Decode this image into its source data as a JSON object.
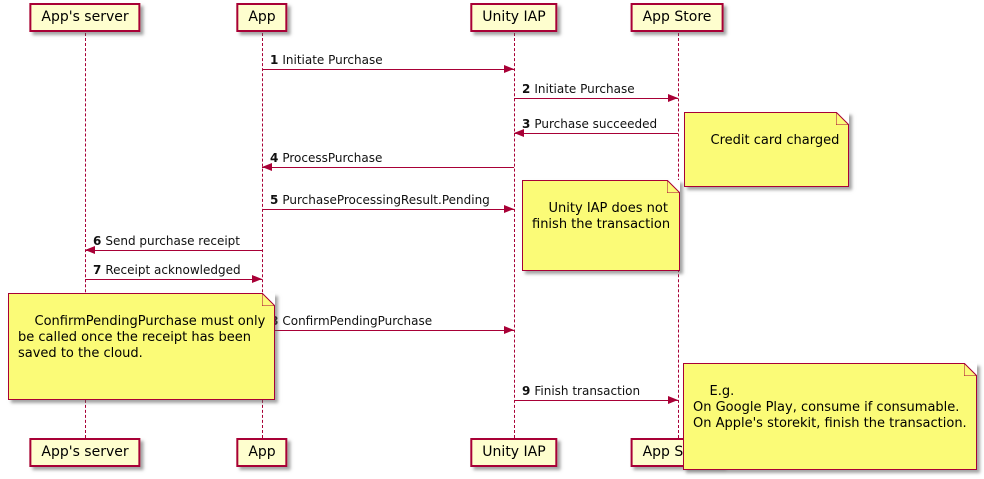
{
  "diagram_type": "sequence-diagram",
  "participants": [
    {
      "id": "apps-server",
      "label": "App's server"
    },
    {
      "id": "app",
      "label": "App"
    },
    {
      "id": "unity-iap",
      "label": "Unity IAP"
    },
    {
      "id": "app-store",
      "label": "App Store"
    }
  ],
  "messages": [
    {
      "num": "1",
      "text": "Initiate Purchase",
      "from": "App",
      "to": "Unity IAP"
    },
    {
      "num": "2",
      "text": "Initiate Purchase",
      "from": "Unity IAP",
      "to": "App Store"
    },
    {
      "num": "3",
      "text": "Purchase succeeded",
      "from": "App Store",
      "to": "Unity IAP"
    },
    {
      "num": "4",
      "text": "ProcessPurchase",
      "from": "Unity IAP",
      "to": "App"
    },
    {
      "num": "5",
      "text": "PurchaseProcessingResult.Pending",
      "from": "App",
      "to": "Unity IAP"
    },
    {
      "num": "6",
      "text": "Send purchase receipt",
      "from": "App",
      "to": "App's server"
    },
    {
      "num": "7",
      "text": "Receipt acknowledged",
      "from": "App's server",
      "to": "App"
    },
    {
      "num": "8",
      "text": "ConfirmPendingPurchase",
      "from": "App",
      "to": "Unity IAP"
    },
    {
      "num": "9",
      "text": "Finish transaction",
      "from": "Unity IAP",
      "to": "App Store"
    }
  ],
  "notes": [
    {
      "text": "Credit card charged"
    },
    {
      "text": "Unity IAP does not\nfinish the transaction"
    },
    {
      "text": "ConfirmPendingPurchase must only\nbe called once the receipt has been\nsaved to the cloud."
    },
    {
      "text": "E.g.\nOn Google Play, consume if consumable.\nOn Apple's storekit, finish the transaction."
    }
  ],
  "colors": {
    "participant_fill": "#FEFECE",
    "note_fill": "#FBFB77",
    "line_and_border": "#A80036",
    "text": "#000000",
    "background": "#FFFFFF"
  }
}
